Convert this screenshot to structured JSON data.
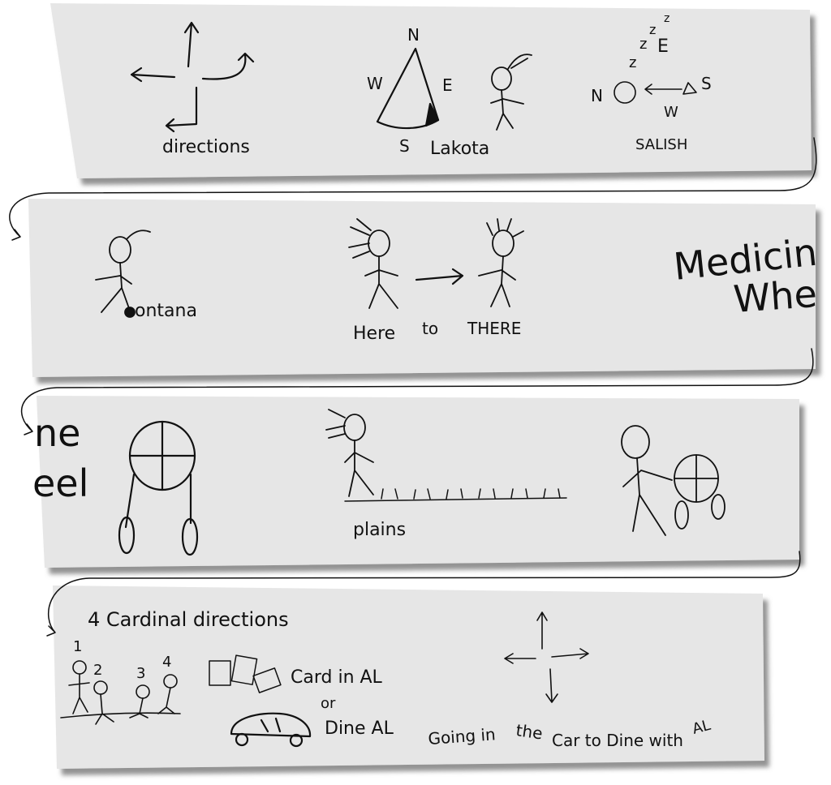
{
  "colors": {
    "strip": "#e6e6e6",
    "shadow": "#8a8a8a",
    "ink": "#111111"
  },
  "row1": {
    "directions": "directions",
    "compass_n": "N",
    "compass_w": "W",
    "compass_e": "E",
    "compass_s": "S",
    "lakota": "Lakota",
    "zzz": [
      "z",
      "z",
      "z",
      "z",
      "E"
    ],
    "salish_n": "N",
    "salish_s": "S",
    "salish_w": "W",
    "salish": "SALISH"
  },
  "row2": {
    "montana": "ontana",
    "here": "Here",
    "to": "to",
    "there": "THERE",
    "medicine": "Medicin",
    "wheel_part": "Whe"
  },
  "row3": {
    "ne": "ne",
    "eel": "eel",
    "plains": "plains"
  },
  "row4": {
    "heading": "4  Cardinal directions",
    "nums": [
      "1",
      "2",
      "3",
      "4"
    ],
    "card": "Card in AL",
    "or": "or",
    "dine": "Dine AL",
    "going": "Going in",
    "the": "the",
    "car_to": "Car to Dine with",
    "al": "AL"
  }
}
